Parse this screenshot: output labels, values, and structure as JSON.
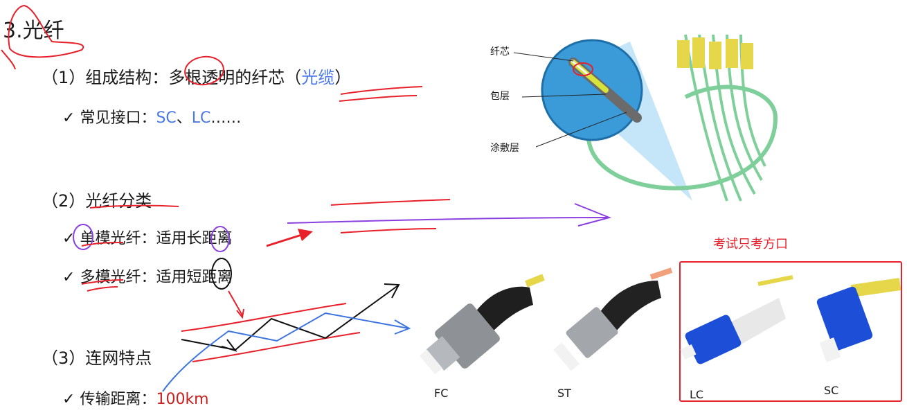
{
  "section": {
    "title": "3.光纤"
  },
  "items": {
    "composition": {
      "label": "（1）组成结构：",
      "text": "多根透明的纤芯（",
      "highlight": "光缆",
      "close": "）"
    },
    "interfaces": {
      "check": "✓",
      "label": "常见接口：",
      "sc": "SC",
      "sep": "、",
      "lc": "LC",
      "ellipsis": "……"
    },
    "classification": {
      "label": "（2）光纤分类"
    },
    "single_mode": {
      "check": "✓",
      "text": "单模光纤：适用长距离"
    },
    "multi_mode": {
      "check": "✓",
      "text": "多模光纤：适用短距离"
    },
    "features": {
      "label": "（3）连网特点"
    },
    "distance": {
      "check": "✓",
      "label": "传输距离：",
      "value": "100km"
    }
  },
  "fiber_diagram": {
    "core_label": "纤芯",
    "cladding_label": "包层",
    "coating_label": "涂敷层"
  },
  "connectors": {
    "note": "考试只考方口",
    "fc": "FC",
    "st": "ST",
    "lc": "LC",
    "sc": "SC"
  },
  "colors": {
    "text": "#1a1a1a",
    "accent_blue": "#4a78e8",
    "accent_red": "#c8201e",
    "annotation_red": "#e8202a",
    "annotation_purple": "#8a3fe0",
    "connector_blue": "#1d4ed8",
    "fiber_green": "#7fcf9a",
    "fiber_yellow": "#e6d64a"
  }
}
